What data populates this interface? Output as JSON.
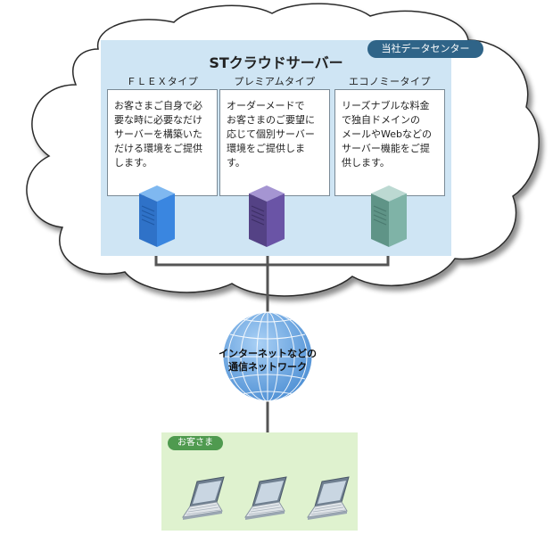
{
  "datacenter": {
    "badge": "当社データセンター",
    "title": "STクラウドサーバー",
    "plans": [
      {
        "name": "ＦＬＥＸタイプ",
        "lines": [
          "お客さまご自身で必",
          "要な時に必要なだけ",
          "サーバーを構築いた",
          "だける環境をご提供",
          "します。"
        ],
        "server_color": "#3a86e0"
      },
      {
        "name": "プレミアムタイプ",
        "lines": [
          "オーダーメードで",
          "お客さまのご要望に",
          "応じて個別サーバー",
          "環境をご提供しま",
          "す。"
        ],
        "server_color": "#6a54a6"
      },
      {
        "name": "エコノミータイプ",
        "lines": [
          "リーズナブルな料金",
          "で独自ドメインの",
          "メールやWebなどの",
          "サーバー機能をご提",
          "供します。"
        ],
        "server_color": "#7fb3a7"
      }
    ]
  },
  "network": {
    "line1": "インターネットなどの",
    "line2": "通信ネットワーク"
  },
  "customers": {
    "badge": "お客さま",
    "count": 3
  }
}
